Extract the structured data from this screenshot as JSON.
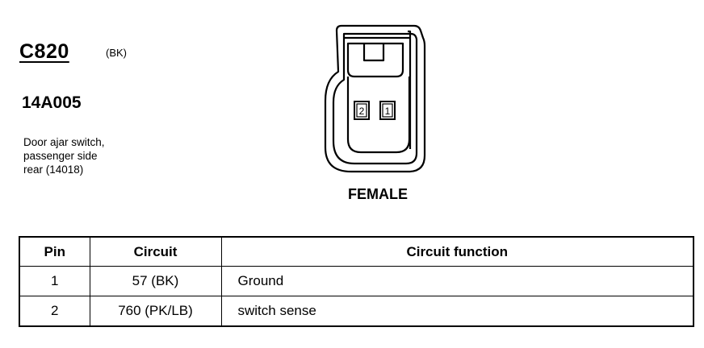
{
  "connector": {
    "id": "C820",
    "color_code": "(BK)",
    "part_number": "14A005",
    "description_lines": [
      "Door ajar switch,",
      "passenger side",
      "rear (14018)"
    ],
    "view": "FEMALE",
    "pin_labels": [
      "2",
      "1"
    ]
  },
  "table": {
    "headers": [
      "Pin",
      "Circuit",
      "Circuit function"
    ],
    "rows": [
      {
        "pin": "1",
        "circuit": "57 (BK)",
        "function": "Ground"
      },
      {
        "pin": "2",
        "circuit": "760 (PK/LB)",
        "function": "switch sense"
      }
    ]
  }
}
